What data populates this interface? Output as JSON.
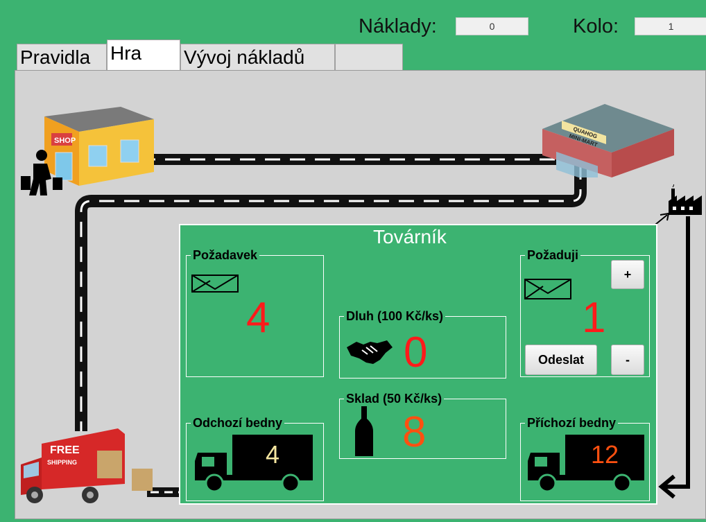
{
  "header": {
    "costs_label": "Náklady:",
    "costs_value": "0",
    "round_label": "Kolo:",
    "round_value": "1"
  },
  "tabs": [
    {
      "label": "Pravidla",
      "active": false
    },
    {
      "label": "Hra",
      "active": true
    },
    {
      "label": "Vývoj nákladů",
      "active": false
    },
    {
      "label": "",
      "active": false
    }
  ],
  "scene": {
    "shop_sign": "SHOP",
    "minimart_sign_line1": "QUAHOG",
    "minimart_sign_line2": "MINI-MART",
    "truck_sign_line1": "FREE",
    "truck_sign_line2": "SHIPPING"
  },
  "panel": {
    "title": "Továrník",
    "demand": {
      "label": "Požadavek",
      "value": "4"
    },
    "debt": {
      "label": "Dluh (100 Kč/ks)",
      "value": "0"
    },
    "stock": {
      "label": "Sklad (50 Kč/ks)",
      "value": "8"
    },
    "order": {
      "label": "Požaduji",
      "value": "1",
      "plus_label": "+",
      "minus_label": "-",
      "send_label": "Odeslat"
    },
    "outgoing": {
      "label": "Odchozí bedny",
      "value": "4"
    },
    "incoming": {
      "label": "Příchozí bedny",
      "value": "12"
    }
  },
  "colors": {
    "window_green": "#3cb371",
    "game_bg": "#d3d3d3",
    "number_red": "#ff1a1a",
    "number_orange": "#ff5010",
    "outgoing_value": "#f5e6a0",
    "incoming_value": "#ff5010"
  }
}
